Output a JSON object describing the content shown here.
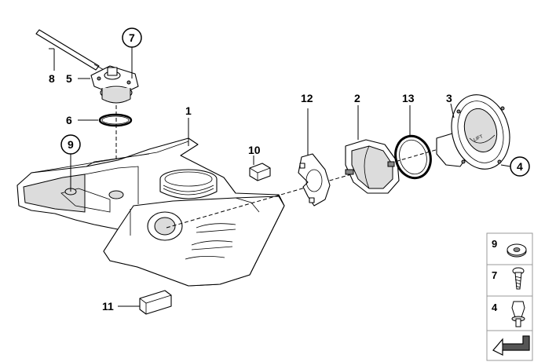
{
  "diagram": {
    "callouts": {
      "c1": "1",
      "c2": "2",
      "c3": "3",
      "c4": "4",
      "c5": "5",
      "c6": "6",
      "c7": "7",
      "c8": "8",
      "c9": "9",
      "c10": "10",
      "c11": "11",
      "c12": "12",
      "c13": "13"
    },
    "cover_text": "LIFT"
  },
  "legend": {
    "items": [
      {
        "label": "9",
        "part": "washer"
      },
      {
        "label": "7",
        "part": "screw"
      },
      {
        "label": "4",
        "part": "expanding rivet"
      }
    ]
  }
}
